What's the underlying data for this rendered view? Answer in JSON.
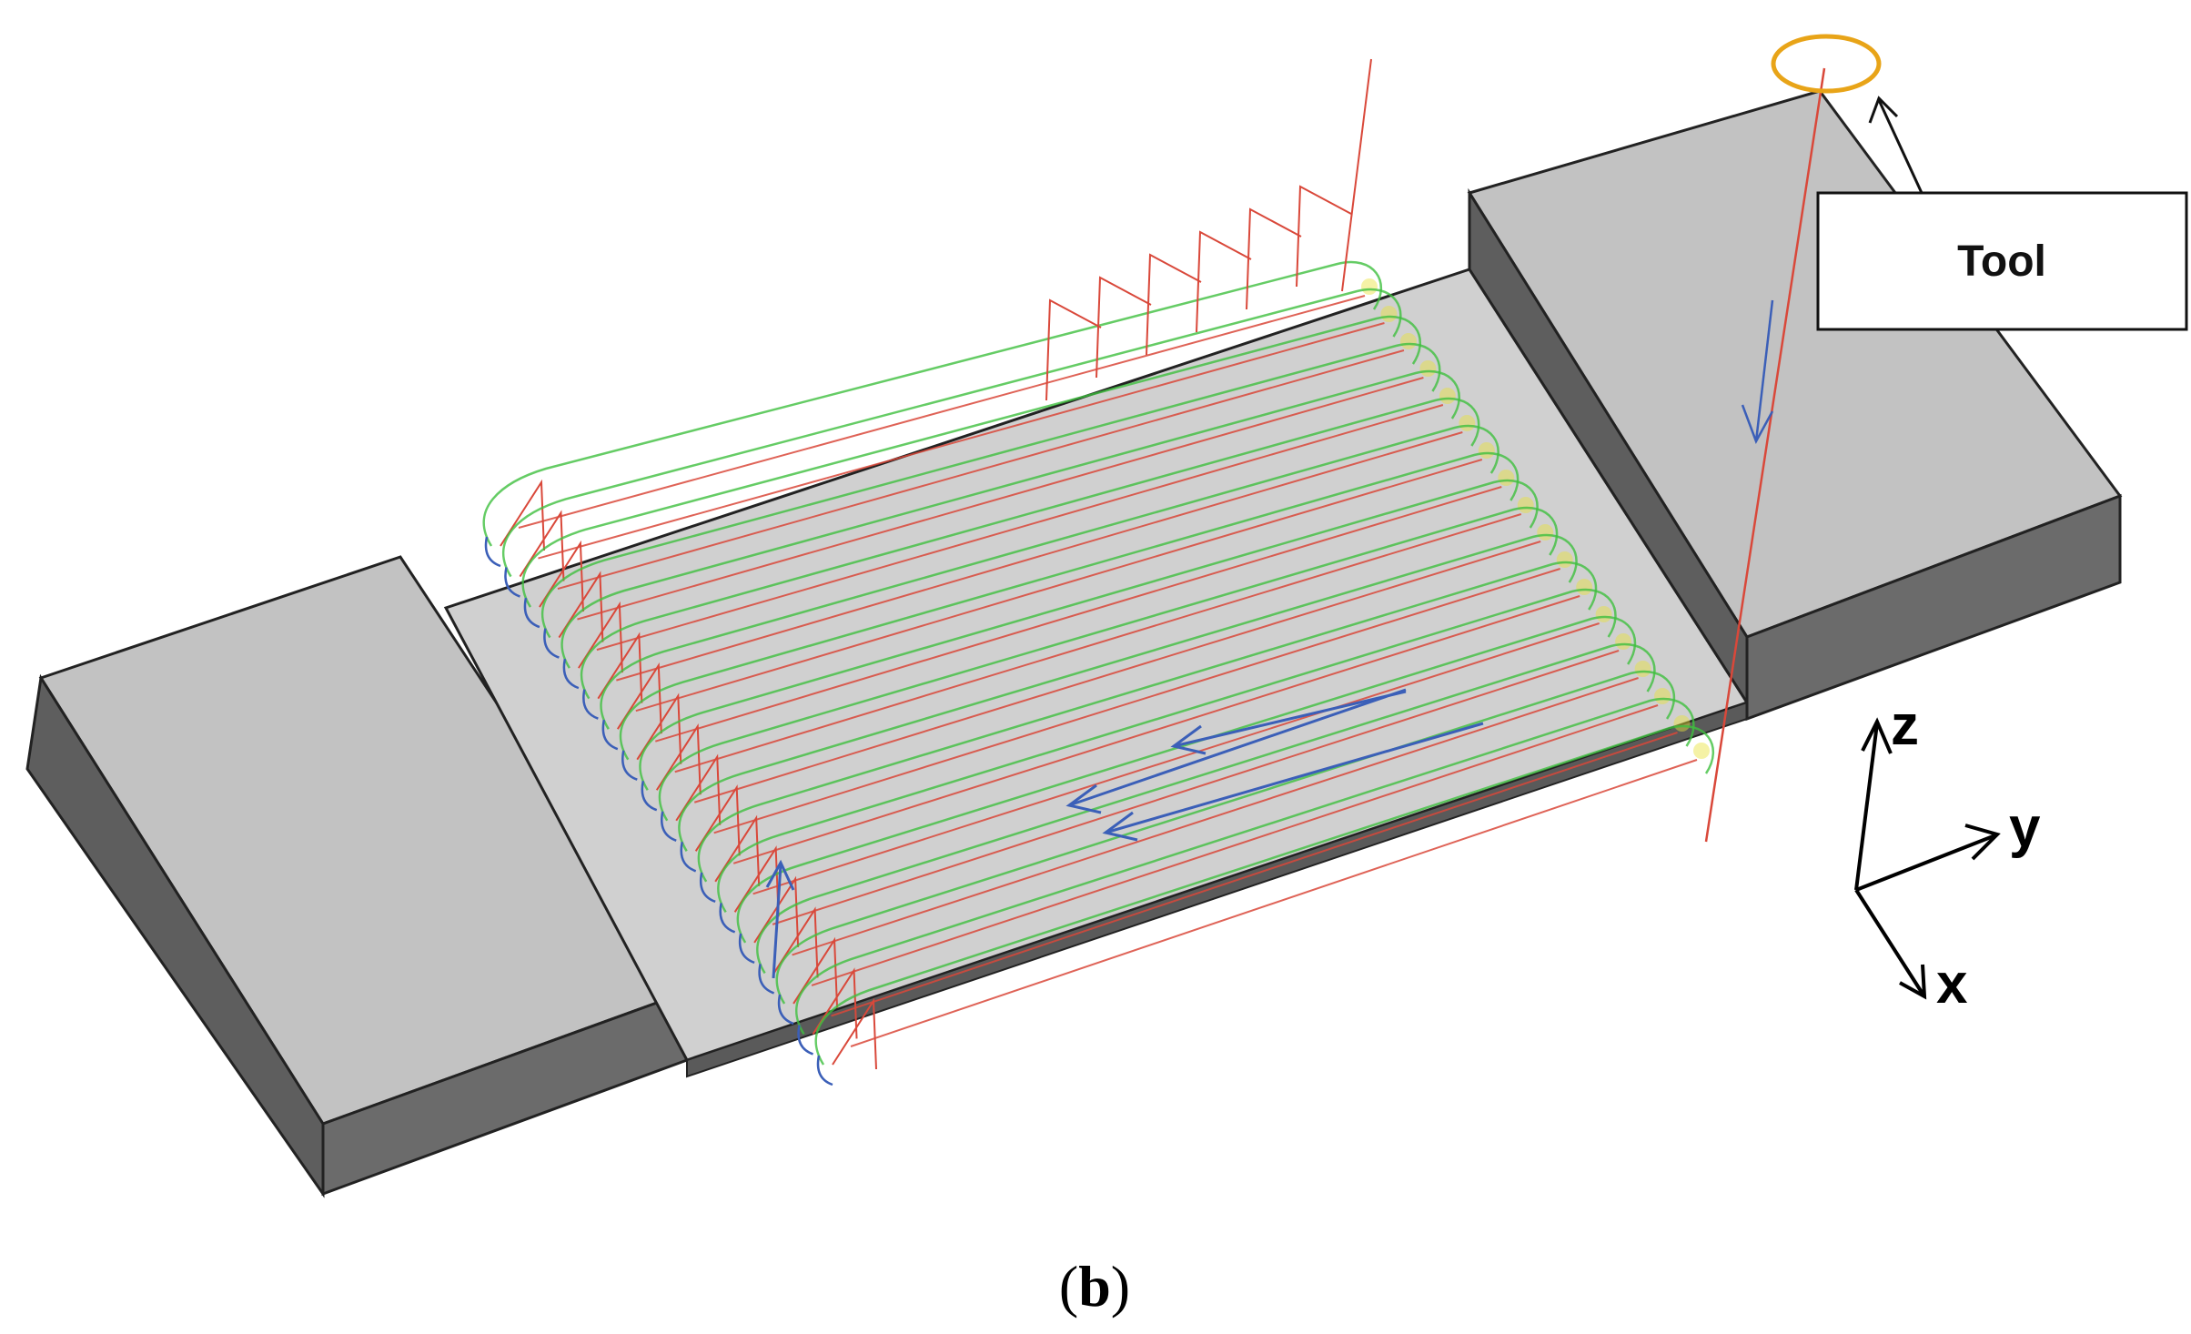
{
  "figure": {
    "callout": {
      "label": "Tool"
    },
    "axes": {
      "z": "z",
      "y": "y",
      "x": "x"
    },
    "caption": {
      "open": "(",
      "letter": "b",
      "close": ")"
    }
  },
  "colors": {
    "block_top": "#c2c2c2",
    "block_front": "#5e5e5e",
    "block_side": "#7a7a7a",
    "slot_floor": "#d0d0d0",
    "path_green": "#3fbf3f",
    "path_red": "#d9483a",
    "path_blue": "#3b5fb8",
    "path_yellow": "#e8e23a",
    "tool_ring": "#e8a418"
  },
  "icons": [
    "tool-ring-icon",
    "axis-triad-icon"
  ]
}
